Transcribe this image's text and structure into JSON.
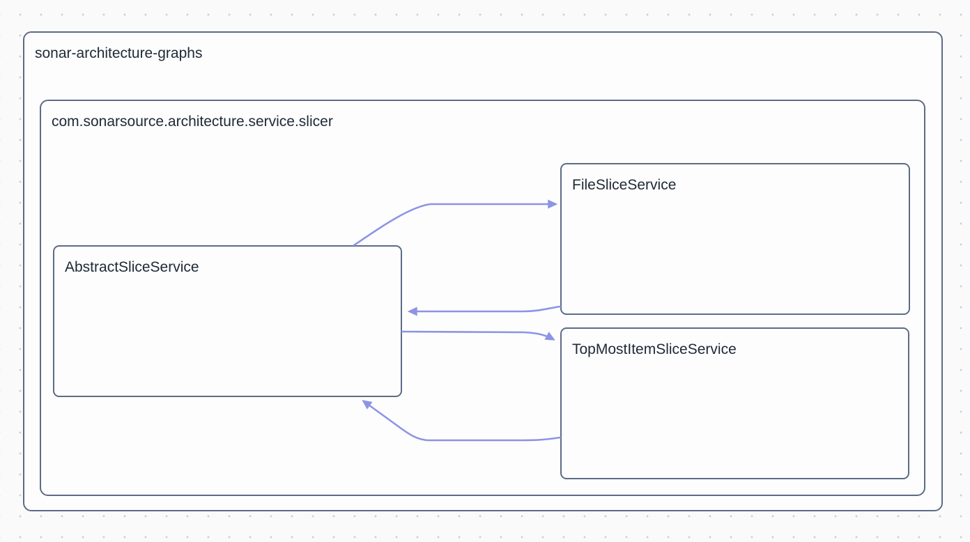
{
  "diagram": {
    "root": {
      "label": "sonar-architecture-graphs"
    },
    "package": {
      "label": "com.sonarsource.architecture.service.slicer"
    },
    "nodes": [
      {
        "id": "AbstractSliceService",
        "label": "AbstractSliceService"
      },
      {
        "id": "FileSliceService",
        "label": "FileSliceService"
      },
      {
        "id": "TopMostItemSliceService",
        "label": "TopMostItemSliceService"
      }
    ],
    "edges": [
      {
        "from": "AbstractSliceService",
        "to": "FileSliceService"
      },
      {
        "from": "FileSliceService",
        "to": "AbstractSliceService"
      },
      {
        "from": "AbstractSliceService",
        "to": "TopMostItemSliceService"
      },
      {
        "from": "TopMostItemSliceService",
        "to": "AbstractSliceService"
      }
    ],
    "colors": {
      "background": "#fafafa",
      "dot": "#c9cdd6",
      "border": "#5d6b86",
      "node_fill": "#fdfdfe",
      "text": "#202a36",
      "edge": "#8d94e4"
    }
  }
}
